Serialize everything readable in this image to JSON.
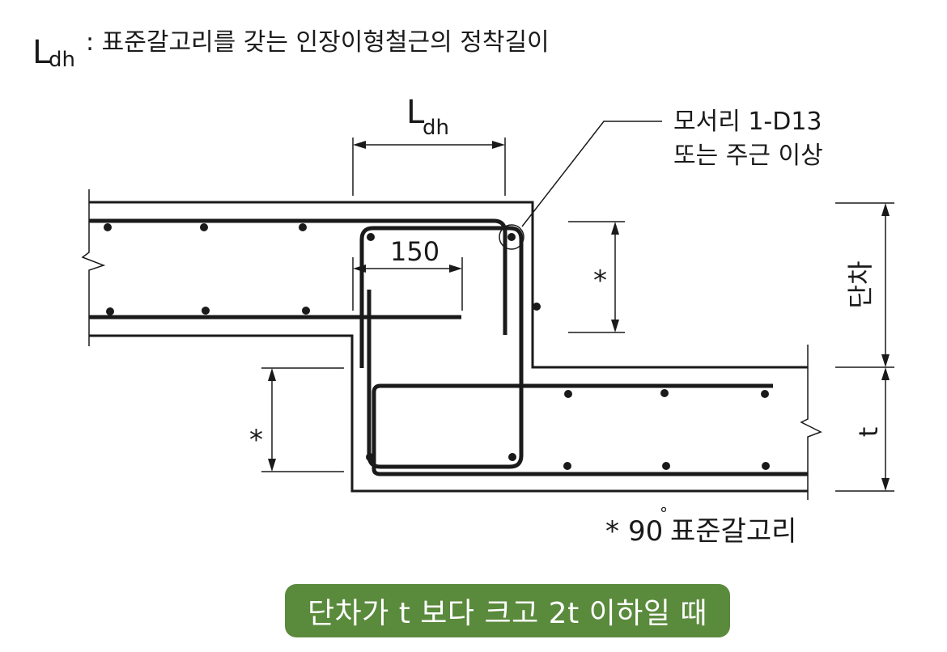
{
  "legend": {
    "symbol_main": "L",
    "symbol_sub": "dh",
    "desc": ": 표준갈고리를 갖는 인장이형철근의 정착길이"
  },
  "dimensions": {
    "ldh_main": "L",
    "ldh_sub": "dh",
    "dim_150": "150",
    "star_right": "*",
    "star_left": "*",
    "step": "단차",
    "thickness": "t"
  },
  "callout": {
    "line1": "모서리 1-D13",
    "line2": "또는 주근 이상"
  },
  "note": {
    "star": "*",
    "angle": "90",
    "degree": "°",
    "text": "표준갈고리"
  },
  "caption": "단차가 t 보다 크고 2t 이하일 때",
  "colors": {
    "caption_bg": "#5a8a3c",
    "caption_text": "#ffffff",
    "line": "#1a1a1a"
  }
}
